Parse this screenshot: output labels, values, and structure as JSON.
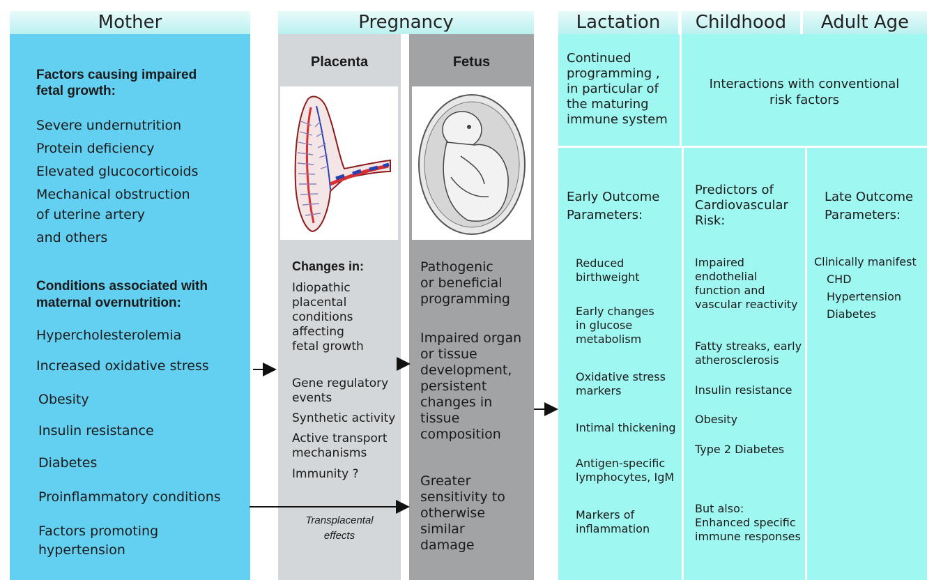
{
  "headers": {
    "mother": "Mother",
    "pregnancy": "Pregnancy",
    "lactation": "Lactation",
    "childhood": "Childhood",
    "adult_age": "Adult Age"
  },
  "mother": {
    "impaired_title": "Factors causing impaired\nfetal growth:",
    "impaired_items": [
      "Severe undernutrition",
      "Protein deficiency",
      "Elevated glucocorticoids",
      "Mechanical obstruction",
      "of uterine artery",
      "and others"
    ],
    "over_title": "Conditions associated with\nmaternal overnutrition:",
    "over_items": [
      "Hypercholesterolemia",
      "Increased oxidative stress",
      "Obesity",
      "Insulin resistance",
      "Diabetes",
      "Proinflammatory conditions",
      "Factors promoting\nhypertension"
    ]
  },
  "placenta": {
    "title": "Placenta",
    "changes_title": "Changes in:",
    "items": [
      "Idiopathic\nplacental\nconditions\naffecting\nfetal growth",
      "Gene regulatory\nevents",
      "Synthetic activity",
      "Active transport\nmechanisms",
      "Immunity ?"
    ],
    "transplacental": "Transplacental\neffects"
  },
  "fetus": {
    "title": "Fetus",
    "items": [
      "Pathogenic\nor beneficial\nprogramming",
      "Impaired organ\nor tissue\ndevelopment,\npersistent\nchanges in\ntissue\ncomposition",
      "Greater\nsensitivity to\notherwise\nsimilar\ndamage"
    ]
  },
  "lactation": {
    "top": "Continued\nprogramming ,\nin particular of\nthe maturing\nimmune system",
    "outcome_title": "Early Outcome\nParameters:",
    "items": [
      "Reduced\nbirthweight",
      "Early changes\nin glucose\nmetabolism",
      "Oxidative stress\nmarkers",
      "Intimal thickening",
      "Antigen-specific\nlymphocytes, IgM",
      "Markers of\ninflammation"
    ]
  },
  "shared": {
    "interactions": "Interactions with conventional\nrisk factors"
  },
  "childhood": {
    "title": "Predictors of\nCardiovascular\nRisk:",
    "items": [
      "Impaired\nendothelial\nfunction and\nvascular reactivity",
      "Fatty streaks, early\natherosclerosis",
      "Insulin resistance",
      "Obesity",
      "Type 2 Diabetes",
      "But also:\nEnhanced specific\nimmune responses"
    ]
  },
  "adult": {
    "title": "Late Outcome\nParameters:",
    "lead": "Clinically manifest",
    "items": [
      "CHD",
      "Hypertension",
      "Diabetes"
    ]
  },
  "colors": {
    "mother_bg": "#63d0f2",
    "placenta_bg": "#d4d7d9",
    "fetus_bg": "#a2a3a4",
    "later_bg": "#9ff7f2",
    "header_bg": "#c3f3f1"
  }
}
